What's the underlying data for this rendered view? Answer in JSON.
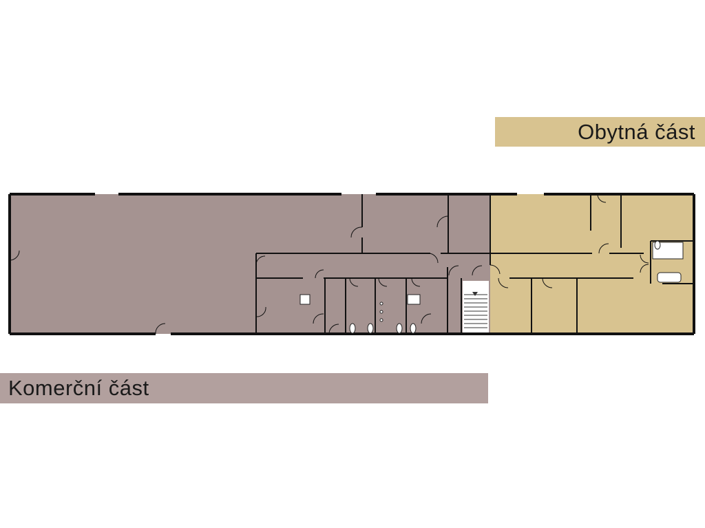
{
  "labels": {
    "residential": "Obytná část",
    "commercial": "Komerční část"
  },
  "colors": {
    "residential": "#d8c390",
    "commercial": "#a59391",
    "commercial_label": "#b2a09e",
    "wall": "#111111",
    "background": "#ffffff"
  },
  "zones": [
    "commercial",
    "residential"
  ]
}
